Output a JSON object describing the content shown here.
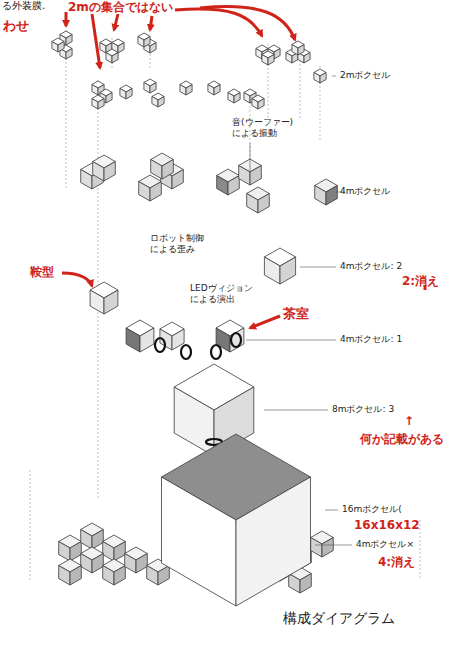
{
  "diagram": {
    "caption": "構成ダイアグラム",
    "labels": [
      "る外装膜.",
      "わせ",
      "2mの集合ではない",
      "2mボクセル",
      "音(ウーファー) による振動",
      "4mボクセル",
      "4mボクセル: 2",
      "2:消え",
      "鞍型",
      "ロボット制御 による歪み",
      "LEDヴィジョン による演出",
      "茶室",
      "4mボクセル: 1",
      "8mボクセル: 3",
      "↑",
      "何か記載がある",
      "16mボクセル(",
      "16x16x12",
      "4mボクセル×",
      "4:消え"
    ]
  }
}
